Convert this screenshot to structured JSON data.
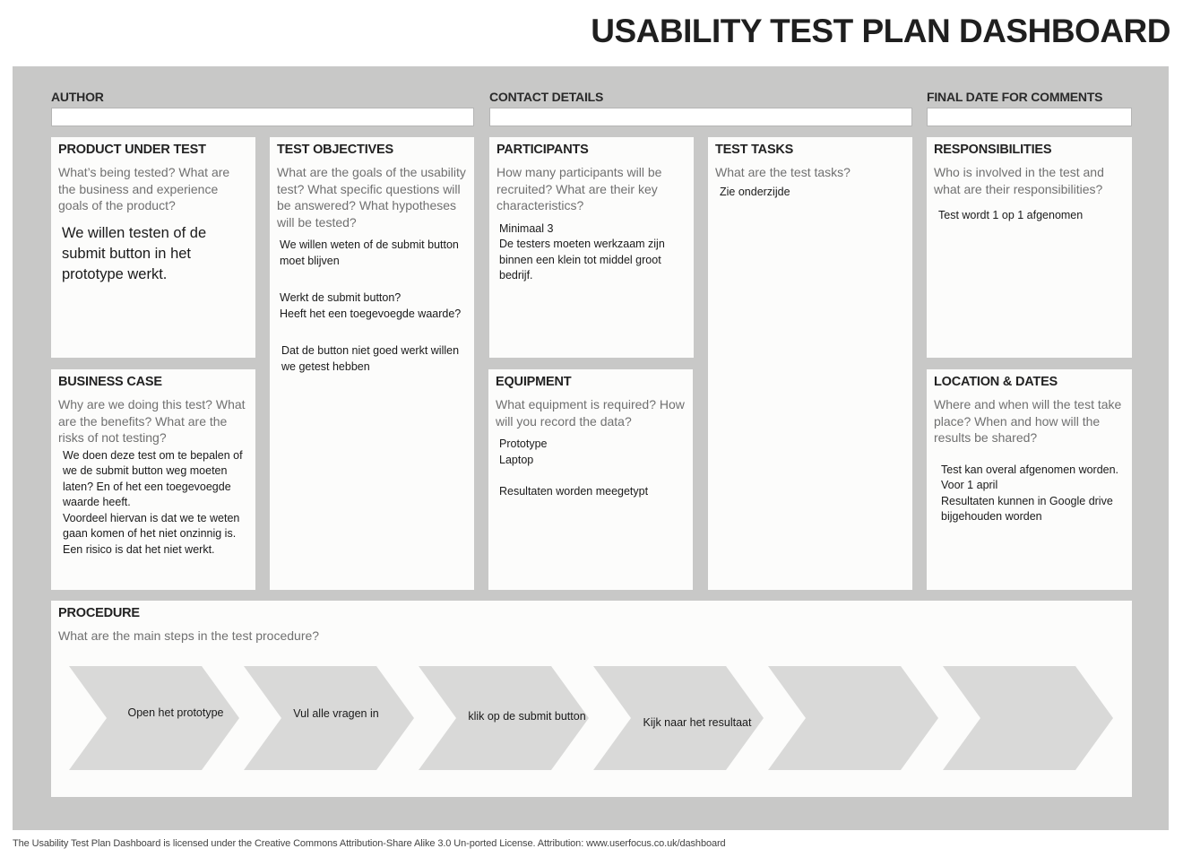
{
  "title": "USABILITY TEST PLAN DASHBOARD",
  "header": {
    "author_label": "AUTHOR",
    "author_value": "",
    "contact_label": "CONTACT DETAILS",
    "contact_value": "",
    "final_date_label": "FINAL DATE FOR COMMENTS",
    "final_date_value": ""
  },
  "product": {
    "title": "PRODUCT UNDER TEST",
    "question": "What’s being tested? What are the business and experience goals of the product?",
    "answer": "We willen testen of de submit button in het prototype werkt."
  },
  "objectives": {
    "title": "TEST OBJECTIVES",
    "question": "What are the goals of the usability test? What specific questions will be answered? What hypotheses will be tested?",
    "answer1": "We willen weten of de submit button moet blijven",
    "answer2": "Werkt de submit button?\nHeeft het een toegevoegde waarde?",
    "answer3": "Dat de button niet goed werkt willen we getest hebben"
  },
  "participants": {
    "title": "PARTICIPANTS",
    "question": "How many participants will be recruited? What are their key characteristics?",
    "answer": "Minimaal 3\nDe testers moeten werkzaam zijn binnen een klein tot middel groot bedrijf."
  },
  "tasks": {
    "title": "TEST TASKS",
    "question": "What are the test tasks?",
    "answer": "Zie onderzijde"
  },
  "responsibilities": {
    "title": "RESPONSIBILITIES",
    "question": "Who is involved in the test and what are their responsibilities?",
    "answer": "Test wordt  1 op 1 afgenomen"
  },
  "business": {
    "title": "BUSINESS CASE",
    "question": "Why are we doing this test? What are the benefits? What are the risks of not testing?",
    "answer": "We doen deze test om te bepalen of we de submit button weg moeten laten? En of het een toegevoegde waarde heeft.\nVoordeel hiervan is dat we te weten gaan komen of het niet onzinnig is.\nEen risico is dat het niet werkt."
  },
  "equipment": {
    "title": "EQUIPMENT",
    "question": "What equipment is required? How will you record the data?",
    "answer": "Prototype\nLaptop\n\nResultaten worden meegetypt"
  },
  "location": {
    "title": "LOCATION & DATES",
    "question": "Where and when will the test take place? When and how will the results be shared?",
    "answer": "Test kan overal afgenomen worden.\nVoor 1 april\nResultaten kunnen in Google drive bijgehouden worden"
  },
  "procedure": {
    "title": "PROCEDURE",
    "question": "What are the main steps in the test procedure?",
    "steps": [
      "Open het prototype",
      "Vul alle vragen in",
      "klik op de submit button",
      "Kijk naar het resultaat",
      "",
      ""
    ]
  },
  "footer": "The Usability Test Plan Dashboard is licensed under the Creative Commons Attribution-Share Alike 3.0 Un-ported License. Attribution: www.userfocus.co.uk/dashboard"
}
